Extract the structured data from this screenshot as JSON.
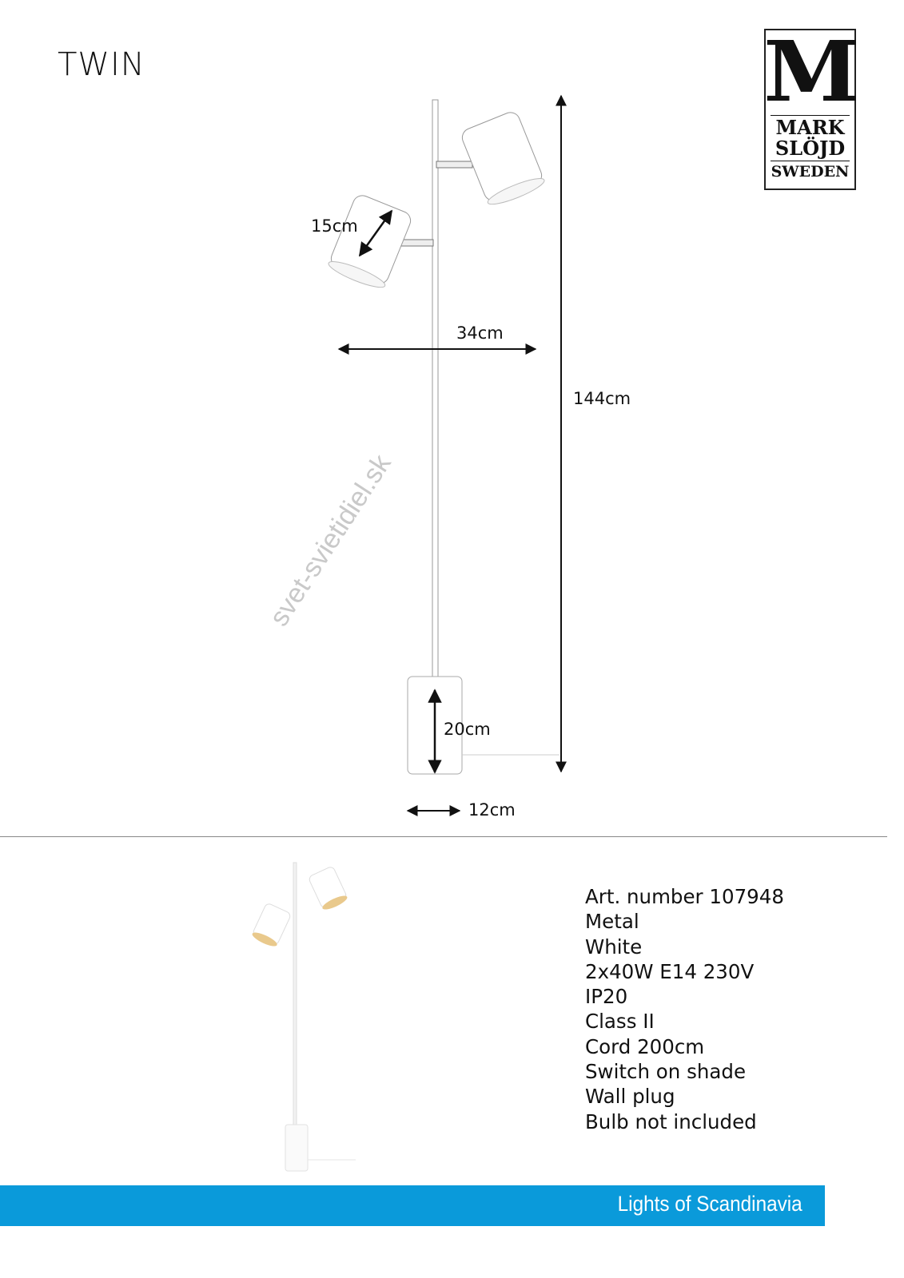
{
  "title": "TWIN",
  "logo": {
    "letter": "M",
    "line1": "MARK",
    "line2": "SLÖJD",
    "line3": "SWEDEN"
  },
  "dimensions": {
    "shade": "15cm",
    "width": "34cm",
    "height": "144cm",
    "base_height": "20cm",
    "base_width": "12cm"
  },
  "watermark": "svet-svietidiel.sk",
  "specs": [
    "Art. number 107948",
    "Metal",
    "White",
    "2x40W E14 230V",
    "IP20",
    "Class II",
    "Cord 200cm",
    "Switch on shade",
    "Wall plug",
    "Bulb not included"
  ],
  "footer": {
    "tagline": "Lights of Scandinavia"
  },
  "colors": {
    "footer": "#0a9ada"
  }
}
